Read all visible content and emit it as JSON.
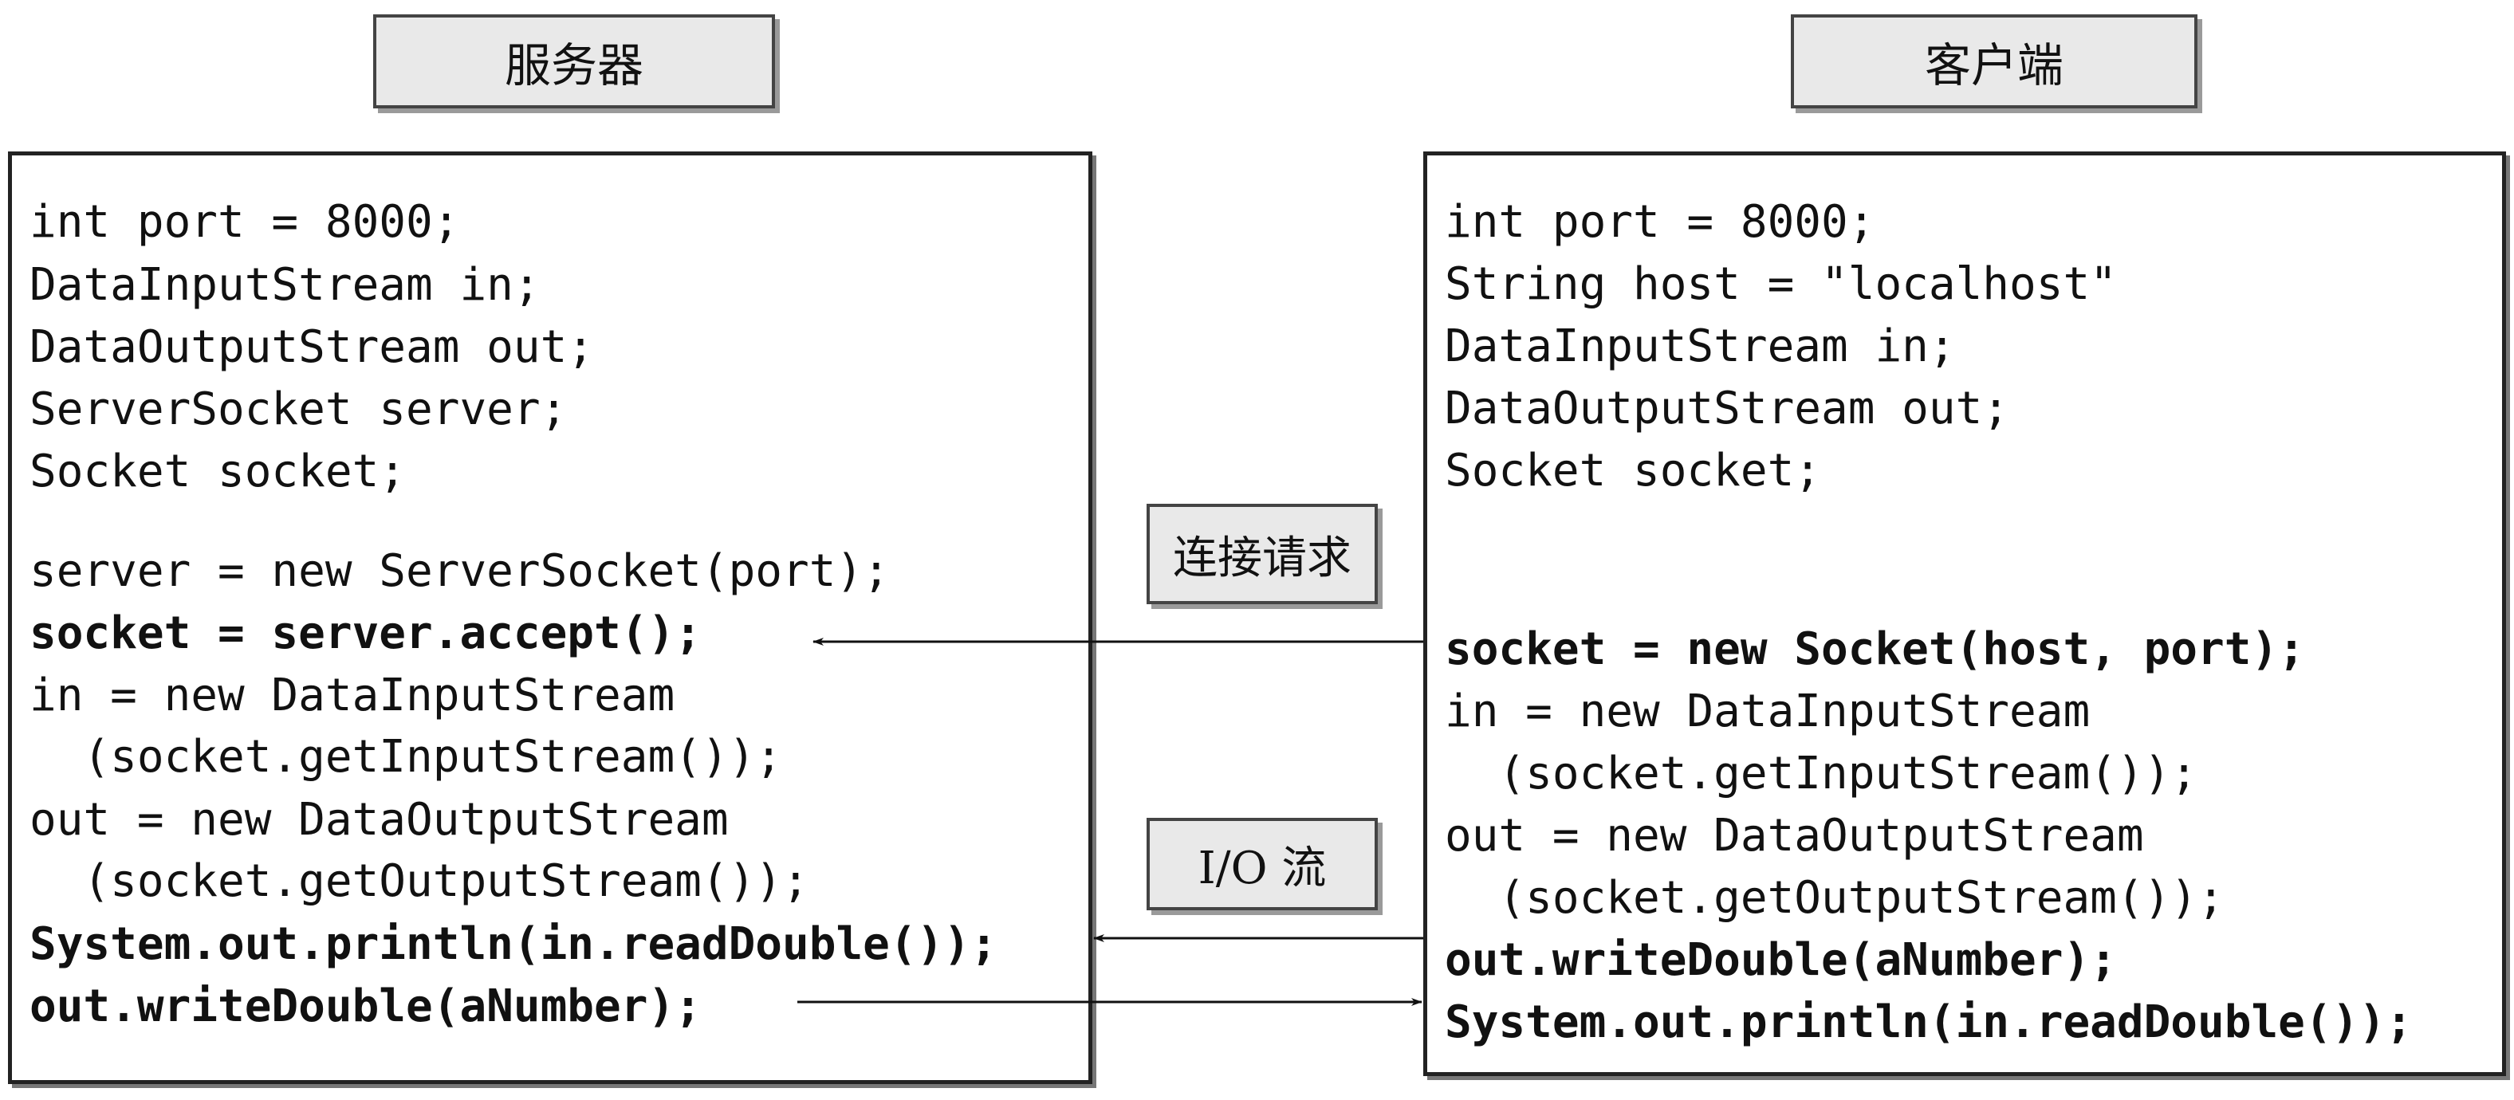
{
  "server_title": "服务器",
  "client_title": "客户端",
  "connection_request_label": "连接请求",
  "io_stream_label": "I/O 流",
  "server_lines": [
    {
      "text": "int port = 8000;",
      "bold": false
    },
    {
      "text": "DataInputStream in;",
      "bold": false
    },
    {
      "text": "DataOutputStream out;",
      "bold": false
    },
    {
      "text": "ServerSocket server;",
      "bold": false
    },
    {
      "text": "Socket socket;",
      "bold": false
    },
    {
      "text": "server = new ServerSocket(port);",
      "bold": false
    },
    {
      "text": "socket = server.accept();",
      "bold": true
    },
    {
      "text": "in = new DataInputStream",
      "bold": false
    },
    {
      "text": "  (socket.getInputStream());",
      "bold": false
    },
    {
      "text": "out = new DataOutputStream",
      "bold": false
    },
    {
      "text": "  (socket.getOutputStream());",
      "bold": false
    },
    {
      "text": "System.out.println(in.readDouble());",
      "bold": true
    },
    {
      "text": "out.writeDouble(aNumber);",
      "bold": true
    }
  ],
  "client_lines": [
    {
      "text": "int port = 8000;",
      "bold": false
    },
    {
      "text": "String host = \"localhost\"",
      "bold": false
    },
    {
      "text": "DataInputStream in;",
      "bold": false
    },
    {
      "text": "DataOutputStream out;",
      "bold": false
    },
    {
      "text": "Socket socket;",
      "bold": false
    },
    {
      "text": "socket = new Socket(host, port);",
      "bold": true
    },
    {
      "text": "in = new DataInputStream",
      "bold": false
    },
    {
      "text": "  (socket.getInputStream());",
      "bold": false
    },
    {
      "text": "out = new DataOutputStream",
      "bold": false
    },
    {
      "text": "  (socket.getOutputStream());",
      "bold": false
    },
    {
      "text": "out.writeDouble(aNumber);",
      "bold": true
    },
    {
      "text": "System.out.println(in.readDouble());",
      "bold": true
    }
  ]
}
